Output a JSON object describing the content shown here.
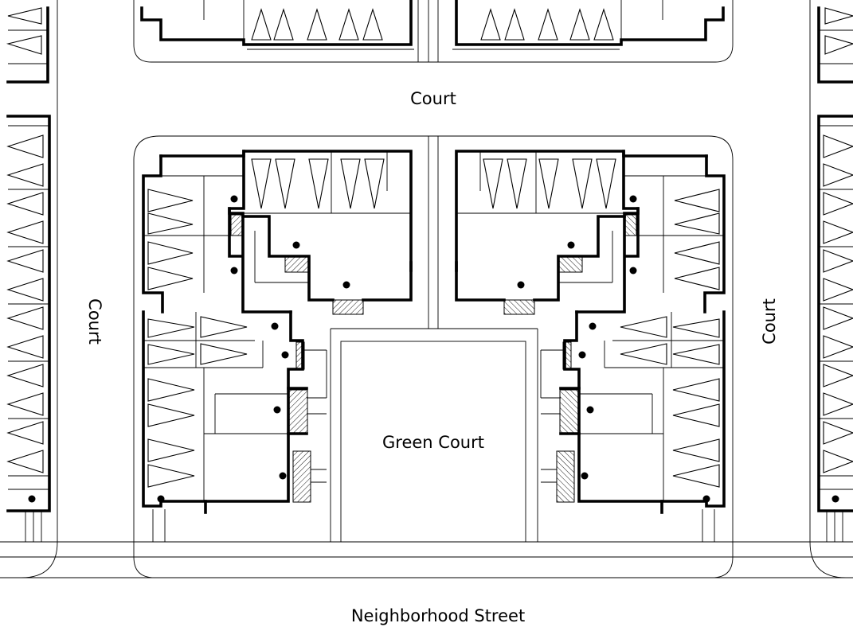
{
  "labels": {
    "court_top": "Court",
    "court_left": "Court",
    "court_right": "Court",
    "green_court": "Green Court",
    "street": "Neighborhood Street"
  }
}
